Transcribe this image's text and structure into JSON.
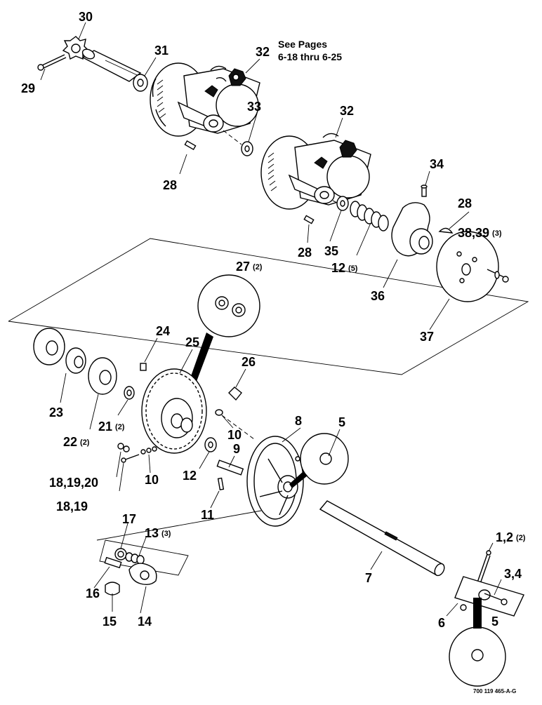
{
  "note": {
    "line1": "See Pages",
    "line2": "6-18 thru 6-25"
  },
  "drawing_code": "700 119 465-A-G",
  "labels": {
    "p30": {
      "num": "30"
    },
    "p31": {
      "num": "31"
    },
    "p32a": {
      "num": "32"
    },
    "p32b": {
      "num": "32"
    },
    "p29": {
      "num": "29"
    },
    "p33": {
      "num": "33"
    },
    "p28a": {
      "num": "28"
    },
    "p28b": {
      "num": "28"
    },
    "p28c": {
      "num": "28"
    },
    "p34": {
      "num": "34"
    },
    "p35": {
      "num": "35"
    },
    "p12a": {
      "num": "12",
      "qty": "(5)"
    },
    "p36": {
      "num": "36"
    },
    "p37": {
      "num": "37"
    },
    "p3839": {
      "num": "38,39",
      "qty": "(3)"
    },
    "p27": {
      "num": "27",
      "qty": "(2)"
    },
    "p24": {
      "num": "24"
    },
    "p25": {
      "num": "25"
    },
    "p26": {
      "num": "26"
    },
    "p23": {
      "num": "23"
    },
    "p22": {
      "num": "22",
      "qty": "(2)"
    },
    "p21": {
      "num": "21",
      "qty": "(2)"
    },
    "p10a": {
      "num": "10"
    },
    "p10b": {
      "num": "10"
    },
    "p8": {
      "num": "8"
    },
    "p5a": {
      "num": "5"
    },
    "p5b": {
      "num": "5"
    },
    "p9": {
      "num": "9"
    },
    "p12b": {
      "num": "12"
    },
    "p181920": {
      "num": "18,19,20"
    },
    "p1819": {
      "num": "18,19"
    },
    "p11": {
      "num": "11"
    },
    "p17": {
      "num": "17"
    },
    "p13": {
      "num": "13",
      "qty": "(3)"
    },
    "p7": {
      "num": "7"
    },
    "p12c": {
      "num": "1,2",
      "qty": "(2)"
    },
    "p34b": {
      "num": "3,4"
    },
    "p16": {
      "num": "16"
    },
    "p6": {
      "num": "6"
    },
    "p15": {
      "num": "15"
    },
    "p14": {
      "num": "14"
    }
  }
}
